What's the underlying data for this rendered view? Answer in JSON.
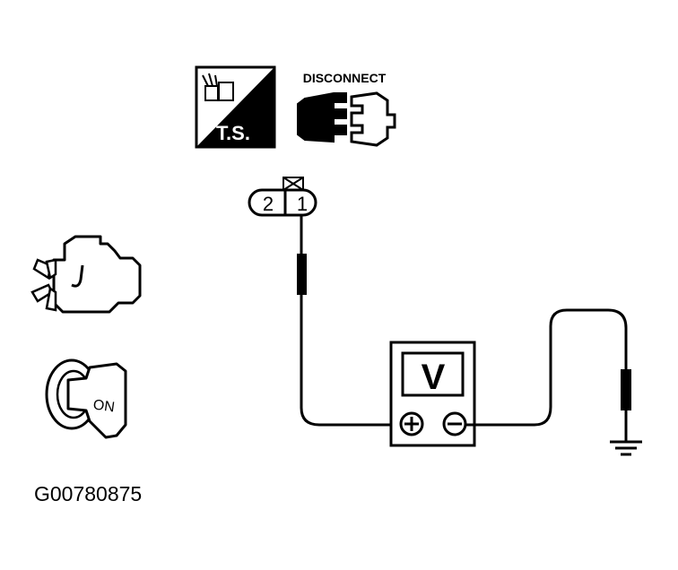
{
  "icons": {
    "ts_label": "T.S.",
    "disconnect_label": "DISCONNECT",
    "ignition_label": "ON"
  },
  "connector": {
    "pins": [
      "2",
      "1"
    ]
  },
  "voltmeter": {
    "display": "V",
    "positive_symbol": "+",
    "negative_symbol": "−"
  },
  "figure_id": "G00780875",
  "colors": {
    "line": "#000000",
    "background": "#ffffff"
  }
}
